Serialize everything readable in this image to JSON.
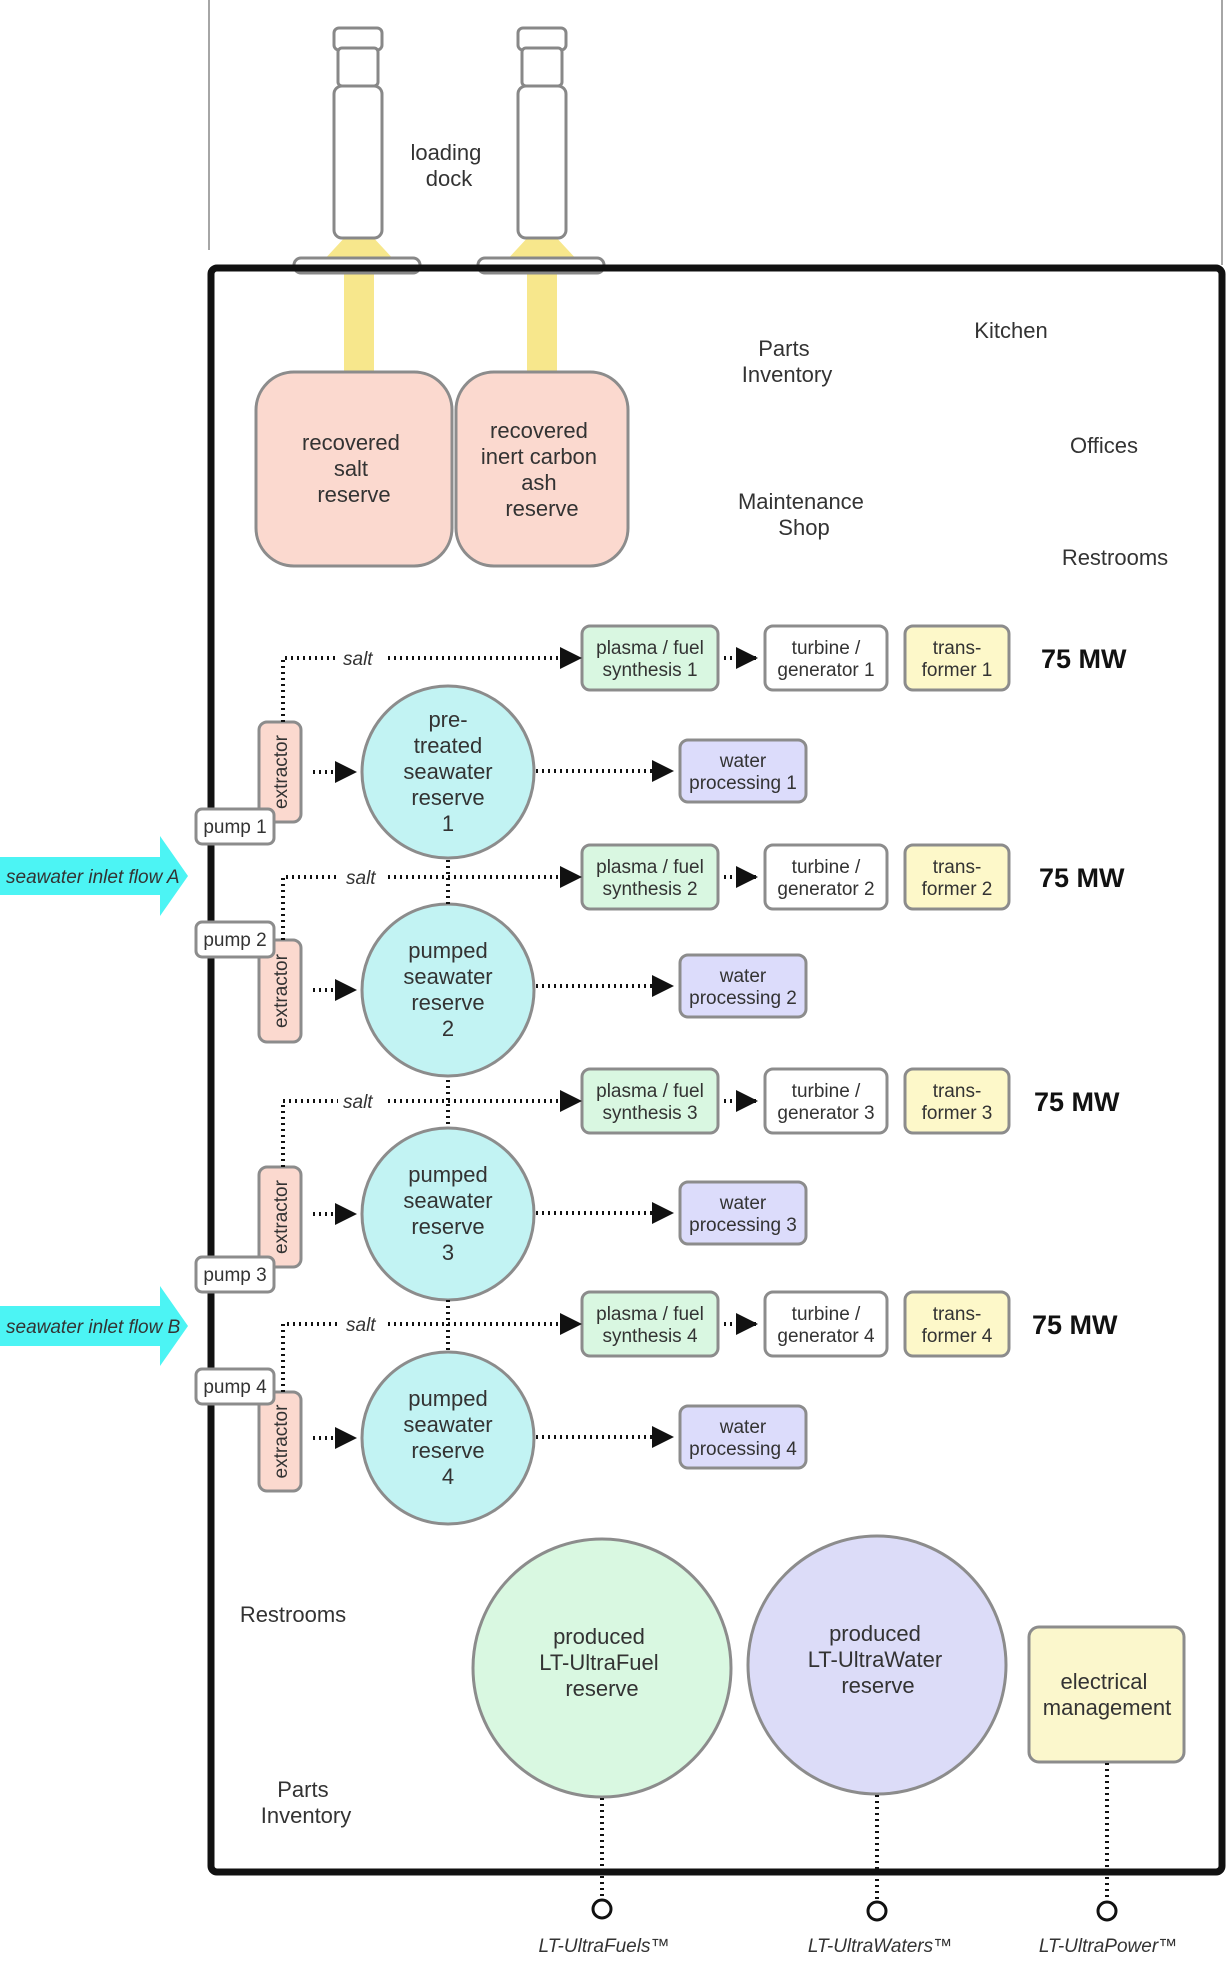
{
  "loading_dock": [
    "loading",
    "dock"
  ],
  "reserves_top": {
    "salt": [
      "recovered",
      "salt",
      "reserve"
    ],
    "ash": [
      "recovered",
      "inert carbon",
      "ash",
      "reserve"
    ]
  },
  "areas": {
    "parts_inventory_top": [
      "Parts",
      "Inventory"
    ],
    "kitchen": "Kitchen",
    "offices": "Offices",
    "maintenance": [
      "Maintenance",
      "Shop"
    ],
    "restrooms_top": "Restrooms",
    "restrooms_bottom": "Restrooms",
    "parts_inventory_bottom": [
      "Parts",
      "Inventory"
    ]
  },
  "inlets": {
    "a": "seawater inlet flow A",
    "b": "seawater inlet flow B"
  },
  "extractor_label": "extractor",
  "salt_label": "salt",
  "lines": [
    {
      "pump": "pump 1",
      "reserve": [
        "pre-",
        "treated",
        "seawater",
        "reserve",
        "1"
      ],
      "plasma": [
        "plasma / fuel",
        "synthesis 1"
      ],
      "turbine": [
        "turbine /",
        "generator 1"
      ],
      "transformer": [
        "trans-",
        "former 1"
      ],
      "water": [
        "water",
        "processing 1"
      ],
      "power": "75 MW"
    },
    {
      "pump": "pump 2",
      "reserve": [
        "pumped",
        "seawater",
        "reserve",
        "2"
      ],
      "plasma": [
        "plasma / fuel",
        "synthesis 2"
      ],
      "turbine": [
        "turbine /",
        "generator 2"
      ],
      "transformer": [
        "trans-",
        "former 2"
      ],
      "water": [
        "water",
        "processing 2"
      ],
      "power": "75 MW"
    },
    {
      "pump": "pump 3",
      "reserve": [
        "pumped",
        "seawater",
        "reserve",
        "3"
      ],
      "plasma": [
        "plasma / fuel",
        "synthesis 3"
      ],
      "turbine": [
        "turbine /",
        "generator 3"
      ],
      "transformer": [
        "trans-",
        "former 3"
      ],
      "water": [
        "water",
        "processing 3"
      ],
      "power": "75 MW"
    },
    {
      "pump": "pump 4",
      "reserve": [
        "pumped",
        "seawater",
        "reserve",
        "4"
      ],
      "plasma": [
        "plasma / fuel",
        "synthesis 4"
      ],
      "turbine": [
        "turbine /",
        "generator 4"
      ],
      "transformer": [
        "trans-",
        "former 4"
      ],
      "water": [
        "water",
        "processing 4"
      ],
      "power": "75 MW"
    }
  ],
  "products": {
    "fuel_reserve": [
      "produced",
      "LT-UltraFuel",
      "reserve"
    ],
    "water_reserve": [
      "produced",
      "LT-UltraWater",
      "reserve"
    ],
    "electrical": [
      "electrical",
      "management"
    ]
  },
  "outputs": {
    "fuel": "LT-UltraFuels™",
    "water": "LT-UltraWaters™",
    "power": "LT-UltraPower™"
  },
  "colors": {
    "salt_fill": "#fbd9cf",
    "plasma_fill": "#d9f7e1",
    "turbine_fill": "#ffffff",
    "transformer_fill": "#fdf8c9",
    "water_fill": "#dcdcfb",
    "seawater_fill": "#c2f3f3",
    "fuel_fill": "#d9f8e1",
    "ultrawater_fill": "#dcdcf8",
    "electrical_fill": "#fbf7cc",
    "arrow_yellow": "#f7e78c",
    "inlet_cyan": "#4cf4f4",
    "stroke": "#8c8c8c"
  }
}
